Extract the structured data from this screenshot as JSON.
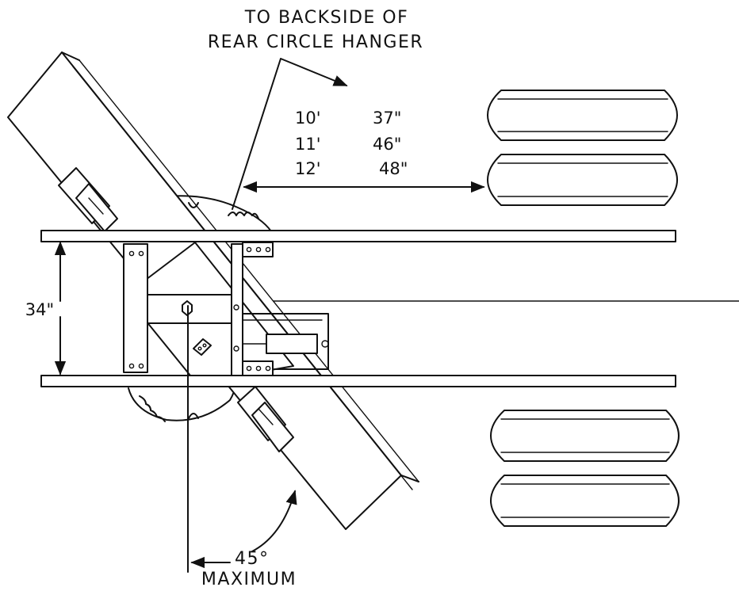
{
  "callout": {
    "line1": "TO BACKSIDE OF",
    "line2": "REAR CIRCLE HANGER"
  },
  "width_table": [
    {
      "blade": "10'",
      "distance": "37\""
    },
    {
      "blade": "11'",
      "distance": "46\""
    },
    {
      "blade": "12'",
      "distance": "48\""
    }
  ],
  "frame_width": "34\"",
  "angle": {
    "value": "45°",
    "label": "MAXIMUM"
  }
}
